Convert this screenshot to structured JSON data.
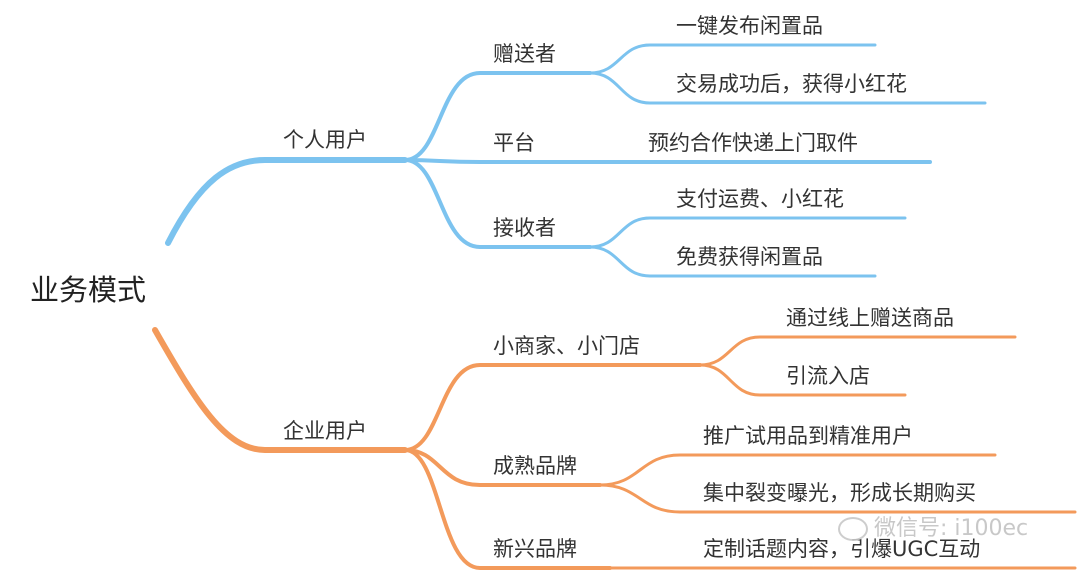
{
  "root": "业务模式",
  "colors": {
    "personal": "#7cc3ef",
    "enterprise": "#f39a5b"
  },
  "personal": {
    "label": "个人用户",
    "children": [
      {
        "label": "赠送者",
        "items": [
          "一键发布闲置品",
          "交易成功后，获得小红花"
        ]
      },
      {
        "label": "平台",
        "items": [
          "预约合作快递上门取件"
        ]
      },
      {
        "label": "接收者",
        "items": [
          "支付运费、小红花",
          "免费获得闲置品"
        ]
      }
    ]
  },
  "enterprise": {
    "label": "企业用户",
    "children": [
      {
        "label": "小商家、小门店",
        "items": [
          "通过线上赠送商品",
          "引流入店"
        ]
      },
      {
        "label": "成熟品牌",
        "items": [
          "推广试用品到精准用户",
          "集中裂变曝光，形成长期购买"
        ]
      },
      {
        "label": "新兴品牌",
        "items": [
          "定制话题内容，引爆UGC互动"
        ]
      }
    ]
  },
  "watermark": "微信号: i100ec"
}
